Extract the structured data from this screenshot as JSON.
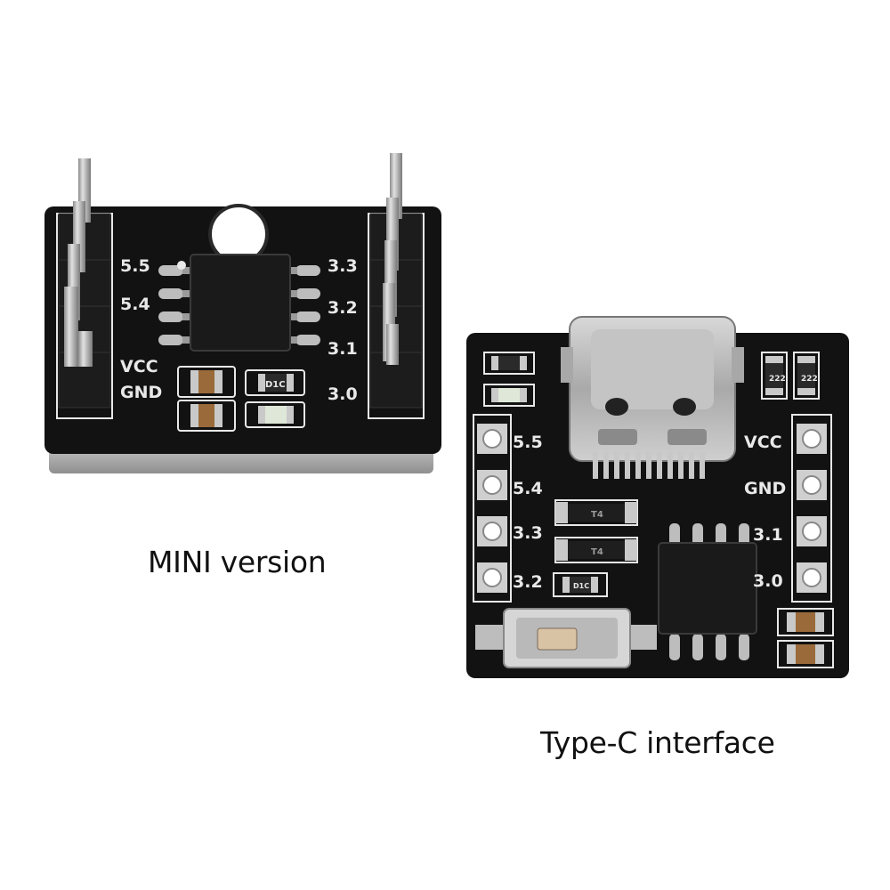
{
  "captions": {
    "mini": "MINI version",
    "typec": "Type-C interface"
  },
  "mini_board": {
    "left_labels": [
      "5.5",
      "5.4",
      "VCC",
      "GND"
    ],
    "right_labels": [
      "3.3",
      "3.2",
      "3.1",
      "3.0"
    ],
    "chip_marking": "D1C"
  },
  "typec_board": {
    "left_labels": [
      "5.5",
      "5.4",
      "3.3",
      "3.2"
    ],
    "right_labels": [
      "VCC",
      "GND",
      "3.1",
      "3.0"
    ],
    "resistor_marking": "222",
    "diode_marking": "T4",
    "led_marking": "D1C"
  },
  "colors": {
    "pcb": "#121212",
    "silkscreen": "#e8e8e8",
    "metal": "#b9b9b9"
  }
}
